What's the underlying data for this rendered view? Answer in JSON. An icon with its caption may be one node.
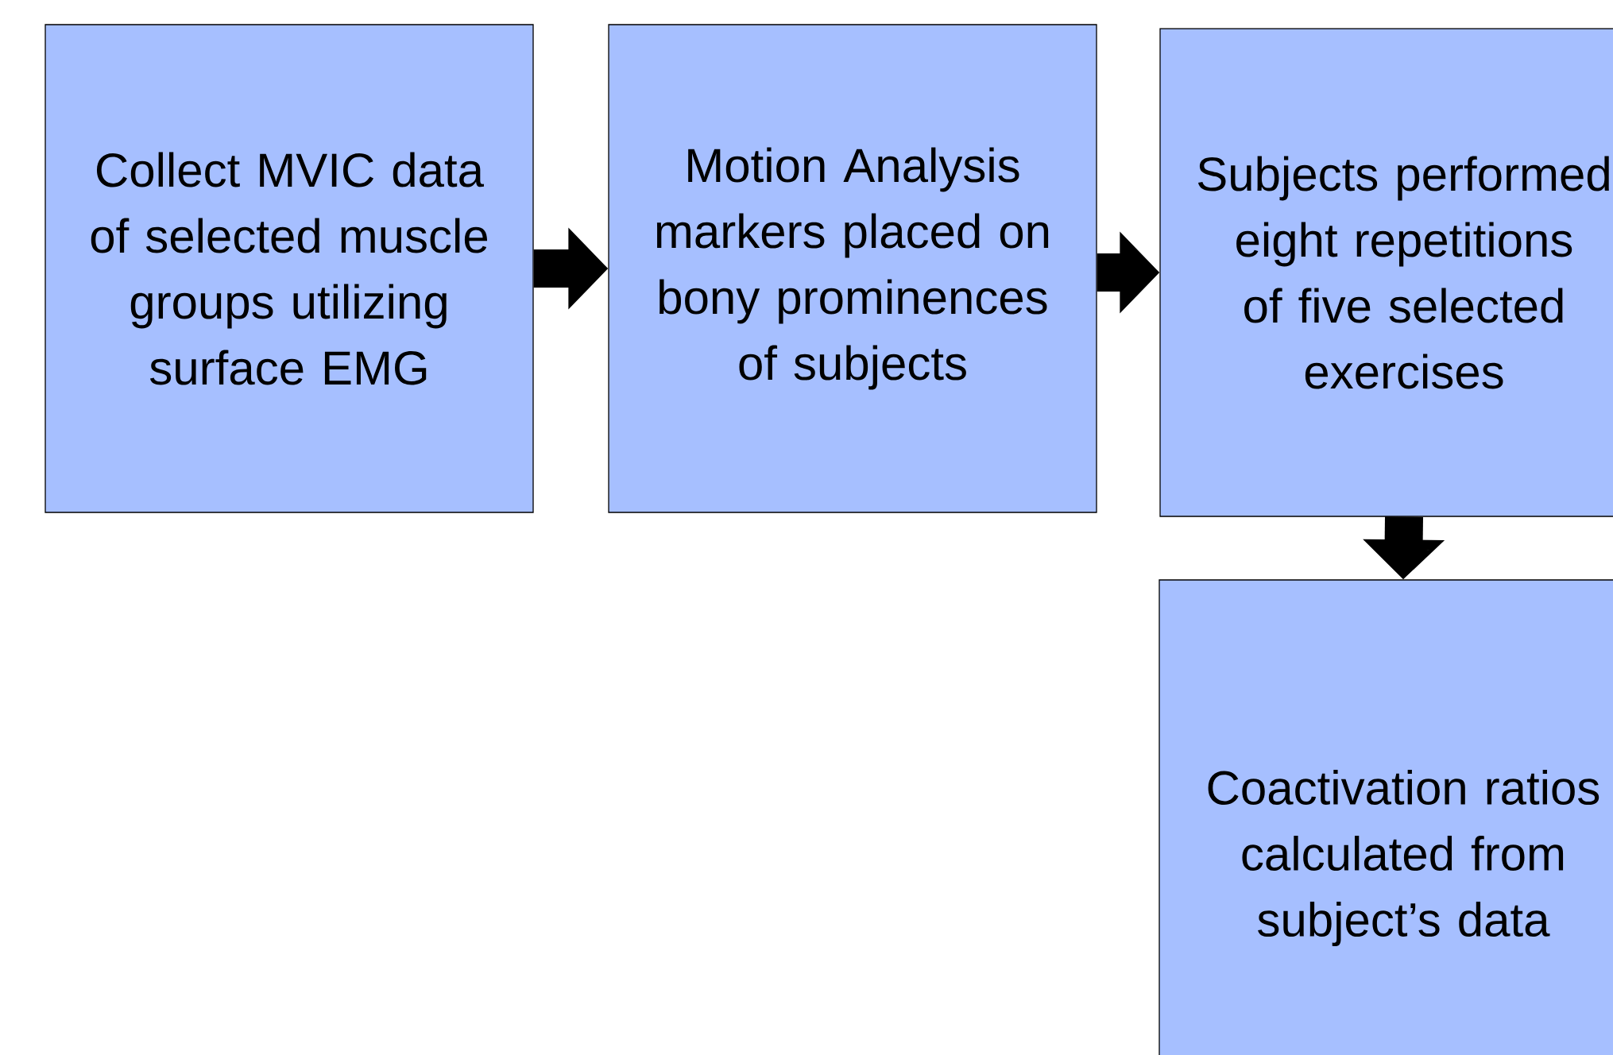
{
  "diagram": {
    "nodes": [
      {
        "text": [
          "Collect MVIC data of selected muscle groups utilizing surface EMG"
        ]
      },
      {
        "text": [
          "Motion Analysis markers placed on bony prominences of subjects"
        ]
      },
      {
        "text": [
          "Subjects performed eight repetitions of five selected exercises"
        ]
      },
      {
        "text": [
          "Coactivation ratios calculated from subject’s data"
        ]
      }
    ],
    "edges": [
      {
        "from": 0,
        "to": 1,
        "arrow": "to"
      },
      {
        "from": 1,
        "to": 2,
        "arrow": "to"
      },
      {
        "from": 2,
        "to": 3,
        "arrow": "to"
      }
    ]
  }
}
